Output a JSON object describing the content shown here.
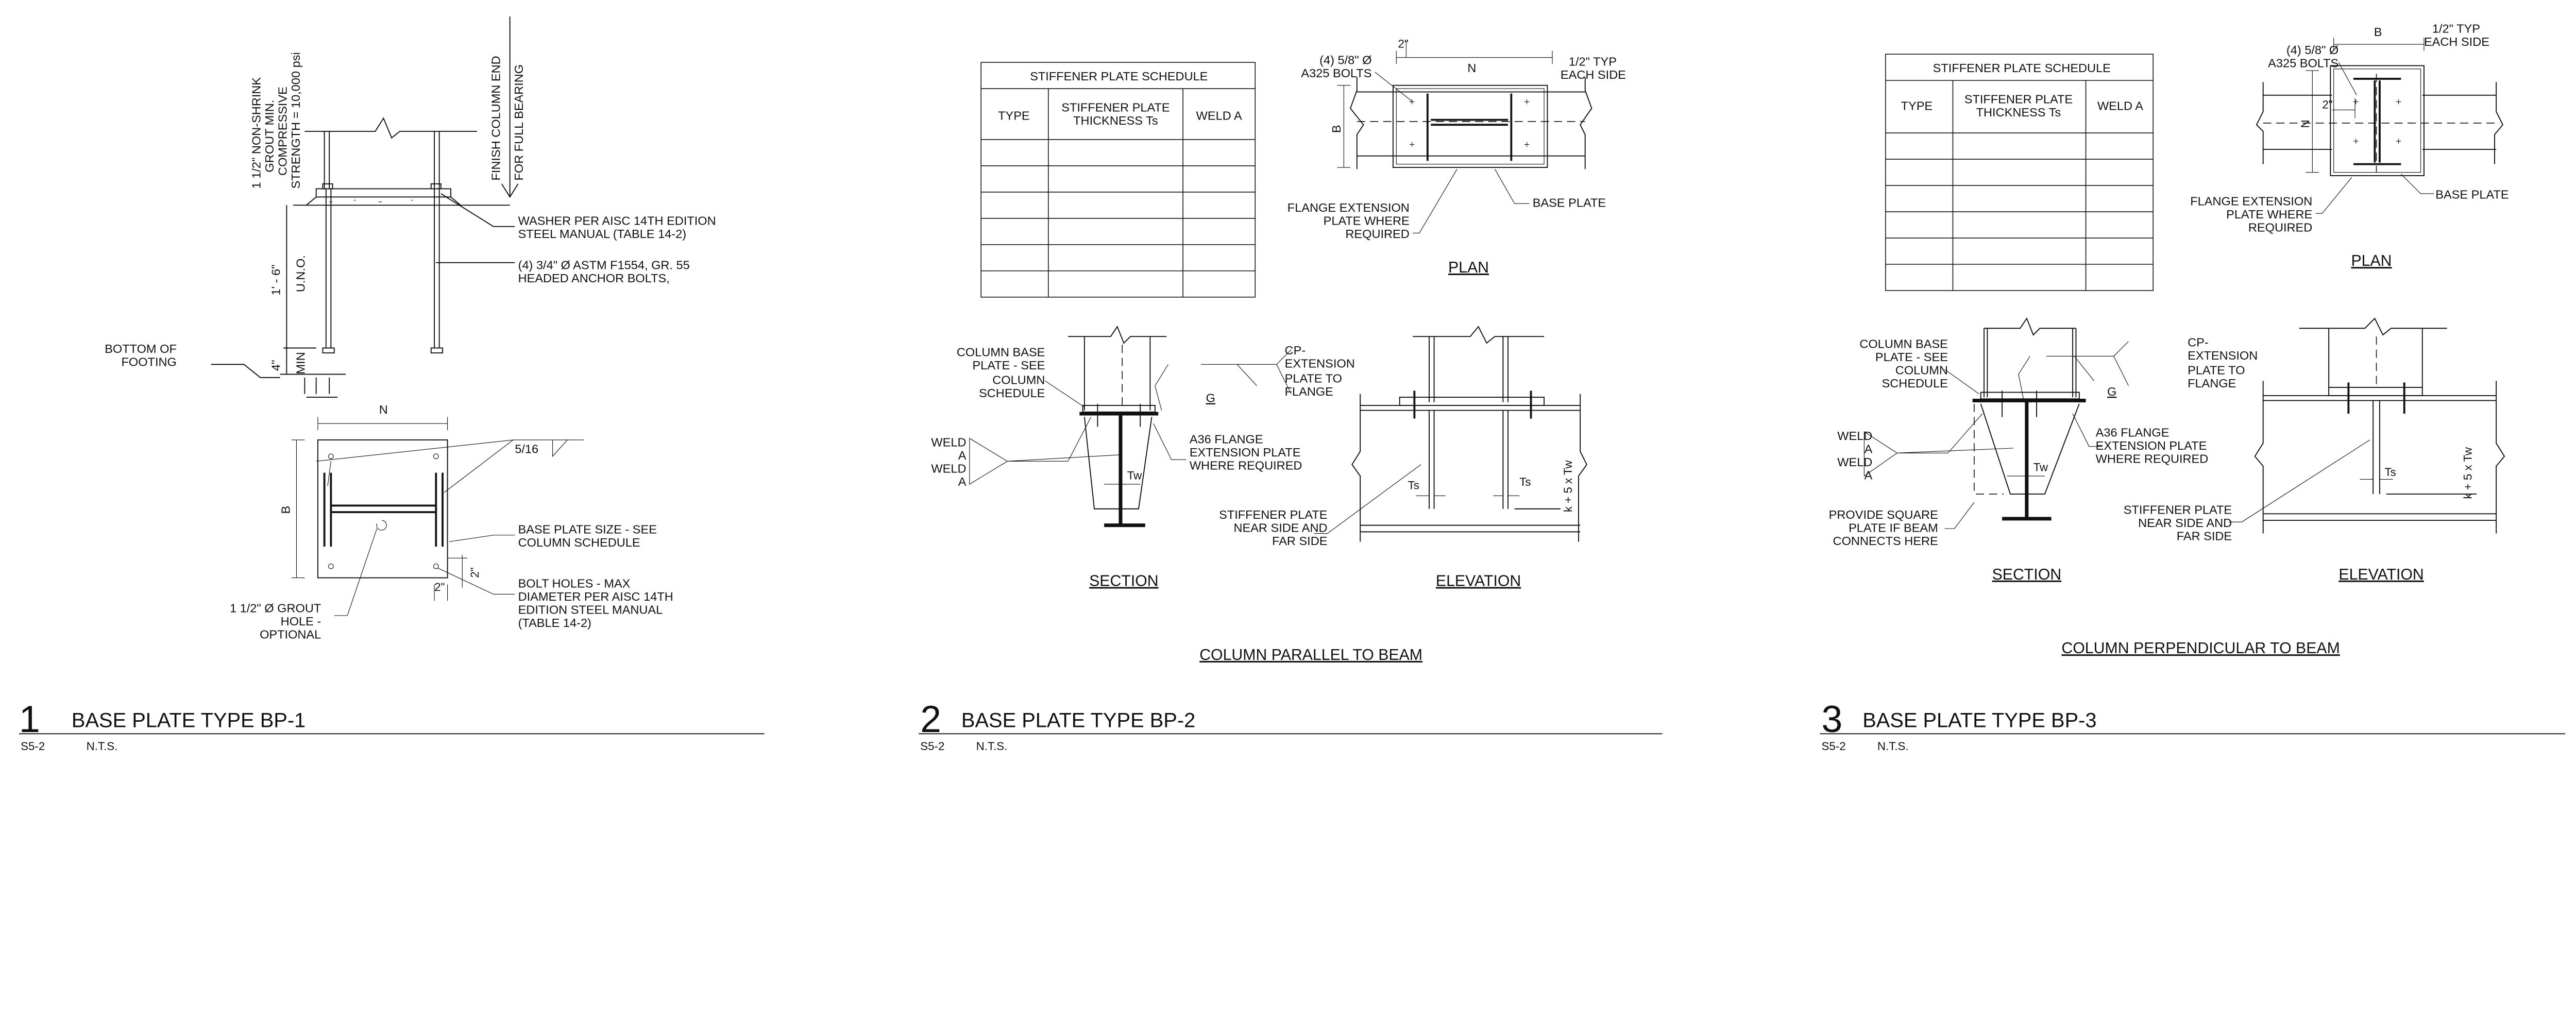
{
  "sheet_ref": "S5-2",
  "scale": "N.T.S.",
  "details": [
    {
      "number": "1",
      "title": "BASE PLATE TYPE BP-1",
      "grout_note": [
        "1 1/2\" NON-SHRINK",
        "GROUT MIN.",
        "COMPRESSIVE",
        "STRENGTH = 10,000 psi"
      ],
      "finish_note": [
        "FINISH COLUMN END",
        "FOR FULL BEARING"
      ],
      "washer_note": [
        "WASHER PER AISC 14TH EDITION",
        "STEEL MANUAL (TABLE 14-2)"
      ],
      "anchor_note": [
        "(4) 3/4\" Ø ASTM F1554, GR. 55",
        "HEADED ANCHOR BOLTS,"
      ],
      "embed_dim": "1' - 6\"",
      "embed_qual": "U.N.O.",
      "footing_dim": "4\"",
      "footing_qual": "MIN",
      "footing_note": [
        "BOTTOM OF",
        "FOOTING"
      ],
      "dim_n": "N",
      "dim_b": "B",
      "weld_size": "5/16",
      "plate_note": [
        "BASE PLATE SIZE - SEE",
        "COLUMN SCHEDULE"
      ],
      "bolt_hole_note": [
        "BOLT HOLES - MAX",
        "DIAMETER PER AISC 14TH",
        "EDITION STEEL MANUAL",
        "(TABLE 14-2)"
      ],
      "grout_hole_note": [
        "1 1/2\" Ø GROUT",
        "HOLE -",
        "OPTIONAL"
      ],
      "edge_dim": "2\""
    },
    {
      "number": "2",
      "title": "BASE PLATE TYPE BP-2",
      "subtitle": "COLUMN PARALLEL TO BEAM",
      "schedule": {
        "title": "STIFFENER PLATE SCHEDULE",
        "headers": [
          [
            "TYPE"
          ],
          [
            "STIFFENER PLATE",
            "THICKNESS Ts"
          ],
          [
            "WELD A"
          ]
        ],
        "rows": [
          [
            "",
            "",
            ""
          ],
          [
            "",
            "",
            ""
          ],
          [
            "",
            "",
            ""
          ],
          [
            "",
            "",
            ""
          ],
          [
            "",
            "",
            ""
          ],
          [
            "",
            "",
            ""
          ]
        ]
      },
      "plan": {
        "label": "PLAN",
        "bolts_note": [
          "(4) 5/8\" Ø",
          "A325 BOLTS"
        ],
        "edge_dim": "2\"",
        "dim_n": "N",
        "dim_b": "B",
        "typ_note": [
          "1/2\" TYP",
          "EACH SIDE"
        ],
        "flange_ext_note": [
          "FLANGE EXTENSION",
          "PLATE WHERE",
          "REQUIRED"
        ],
        "base_plate_note": "BASE PLATE"
      },
      "section": {
        "label": "SECTION",
        "column_base_note": [
          "COLUMN BASE",
          "PLATE - SEE",
          "COLUMN",
          "SCHEDULE"
        ],
        "weld_note": [
          "WELD",
          "A",
          "WELD",
          "A"
        ],
        "cp_note": [
          "CP-",
          "EXTENSION",
          "PLATE TO",
          "FLANGE"
        ],
        "g_label": "G",
        "a36_note": [
          "A36 FLANGE",
          "EXTENSION PLATE",
          "WHERE REQUIRED"
        ],
        "tw_label": "Tw"
      },
      "elevation": {
        "label": "ELEVATION",
        "ts_label": "Ts",
        "stiffener_note": [
          "STIFFENER PLATE",
          "NEAR SIDE AND",
          "FAR SIDE"
        ],
        "k_dim": "k + 5 x Tw"
      }
    },
    {
      "number": "3",
      "title": "BASE PLATE TYPE BP-3",
      "subtitle": "COLUMN PERPENDICULAR TO BEAM",
      "schedule": {
        "title": "STIFFENER PLATE SCHEDULE",
        "headers": [
          [
            "TYPE"
          ],
          [
            "STIFFENER PLATE",
            "THICKNESS Ts"
          ],
          [
            "WELD A"
          ]
        ],
        "rows": [
          [
            "",
            "",
            ""
          ],
          [
            "",
            "",
            ""
          ],
          [
            "",
            "",
            ""
          ],
          [
            "",
            "",
            ""
          ],
          [
            "",
            "",
            ""
          ],
          [
            "",
            "",
            ""
          ]
        ]
      },
      "plan": {
        "label": "PLAN",
        "bolts_note": [
          "(4) 5/8\" Ø",
          "A325 BOLTS"
        ],
        "edge_dim": "2\"",
        "dim_b": "B",
        "dim_n": "N",
        "typ_note": [
          "1/2\" TYP",
          "EACH SIDE"
        ],
        "flange_ext_note": [
          "FLANGE EXTENSION",
          "PLATE WHERE",
          "REQUIRED"
        ],
        "base_plate_note": "BASE PLATE"
      },
      "section": {
        "label": "SECTION",
        "column_base_note": [
          "COLUMN BASE",
          "PLATE - SEE",
          "COLUMN",
          "SCHEDULE"
        ],
        "weld_note": [
          "WELD",
          "A",
          "WELD",
          "A"
        ],
        "cp_note": [
          "CP-",
          "EXTENSION",
          "PLATE TO",
          "FLANGE"
        ],
        "g_label": "G",
        "a36_note": [
          "A36 FLANGE",
          "EXTENSION PLATE",
          "WHERE REQUIRED"
        ],
        "tw_label": "Tw",
        "square_plate_note": [
          "PROVIDE SQUARE",
          "PLATE IF BEAM",
          "CONNECTS HERE"
        ]
      },
      "elevation": {
        "label": "ELEVATION",
        "ts_label": "Ts",
        "stiffener_note": [
          "STIFFENER PLATE",
          "NEAR SIDE AND",
          "FAR SIDE"
        ],
        "k_dim": "k + 5 x Tw"
      }
    }
  ]
}
